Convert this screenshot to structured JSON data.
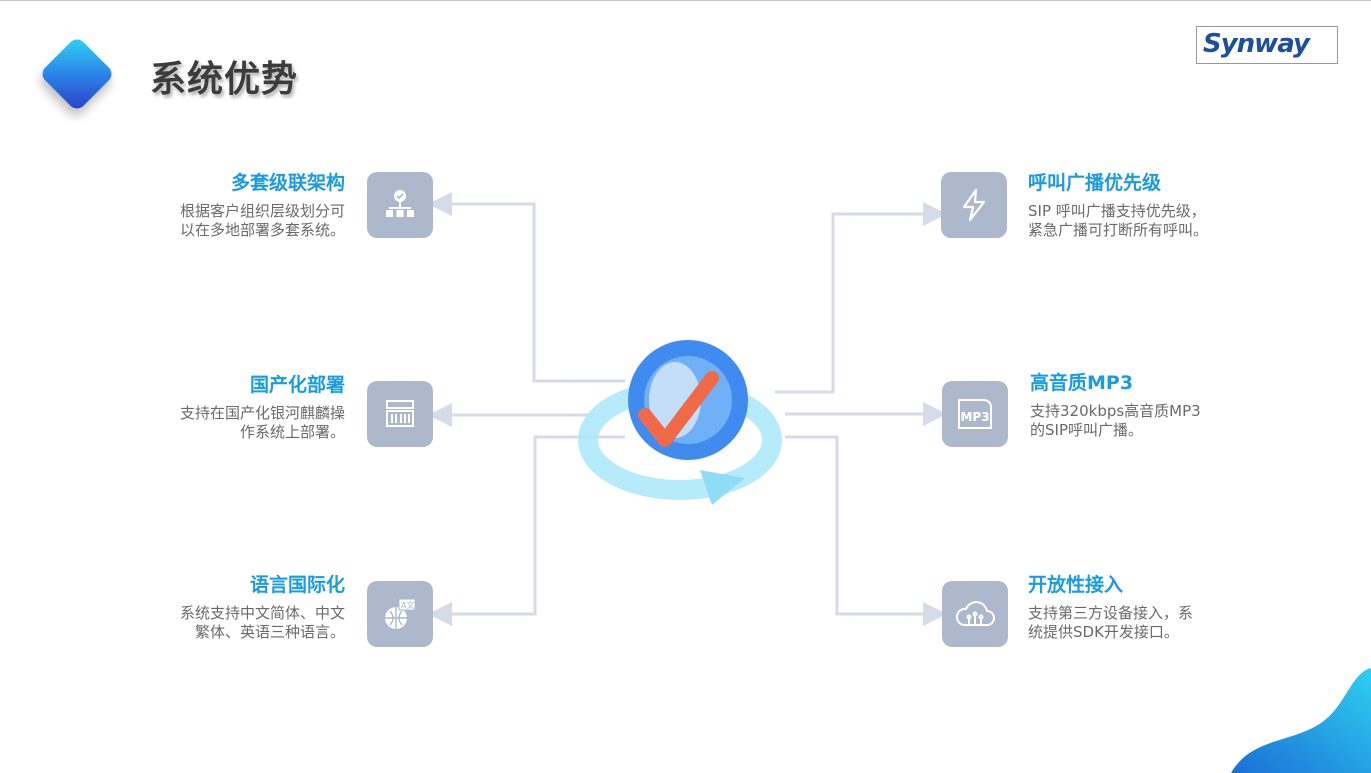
{
  "title": "系统优势",
  "logo": "Synway",
  "left": [
    {
      "heading": "多套级联架构",
      "desc": [
        "根据客户组织层级划分可",
        "以在多地部署多套系统。"
      ],
      "icon": "hierarchy-icon"
    },
    {
      "heading": "国产化部署",
      "desc": [
        "支持在国产化银河麒麟操",
        "作系统上部署。"
      ],
      "icon": "server-icon"
    },
    {
      "heading": "语言国际化",
      "desc": [
        "系统支持中文简体、中文",
        "繁体、英语三种语言。"
      ],
      "icon": "globe-translate-icon"
    }
  ],
  "right": [
    {
      "heading": "呼叫广播优先级",
      "desc": [
        "SIP 呼叫广播支持优先级，",
        "紧急广播可打断所有呼叫。"
      ],
      "icon": "lightning-icon"
    },
    {
      "heading": "高音质MP3",
      "desc": [
        "支持320kbps高音质MP3",
        "的SIP呼叫广播。"
      ],
      "icon": "mp3-icon",
      "icon_text": "MP3"
    },
    {
      "heading": "开放性接入",
      "desc": [
        "支持第三方设备接入，系",
        "统提供SDK开发接口。"
      ],
      "icon": "cloud-icon"
    }
  ],
  "colors": {
    "heading": "#1a9be2",
    "icon_bg": "#aeb8cc",
    "line": "#d6dce7"
  }
}
